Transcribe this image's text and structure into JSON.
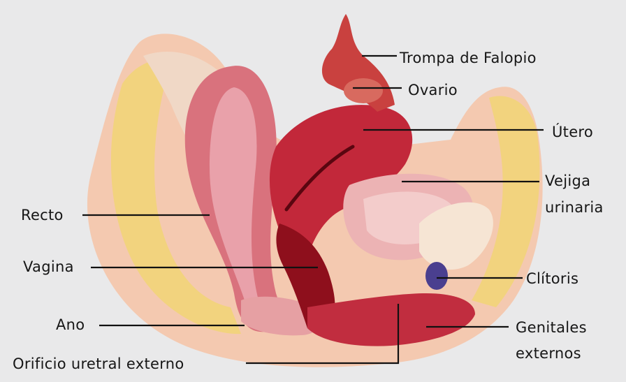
{
  "labels": {
    "fallopian_tube": "Trompa de Falopio",
    "ovary": "Ovario",
    "uterus": "Útero",
    "bladder_line1": "Vejiga",
    "bladder_line2": "urinaria",
    "rectum": "Recto",
    "vagina": "Vagina",
    "clitoris": "Clítoris",
    "anus": "Ano",
    "external_genitalia_line1": "Genitales",
    "external_genitalia_line2": "externos",
    "urethral_orifice": "Orificio uretral externo"
  },
  "colors": {
    "background": "#e9e9ea",
    "skin": "#f4c9b0",
    "fat": "#f2d37e",
    "muscle": "#c2283a",
    "mucosa": "#e9a1aa",
    "deep_red": "#8e0f1c",
    "bladder": "#ecb3b4",
    "clitoris": "#4a3f8f"
  }
}
